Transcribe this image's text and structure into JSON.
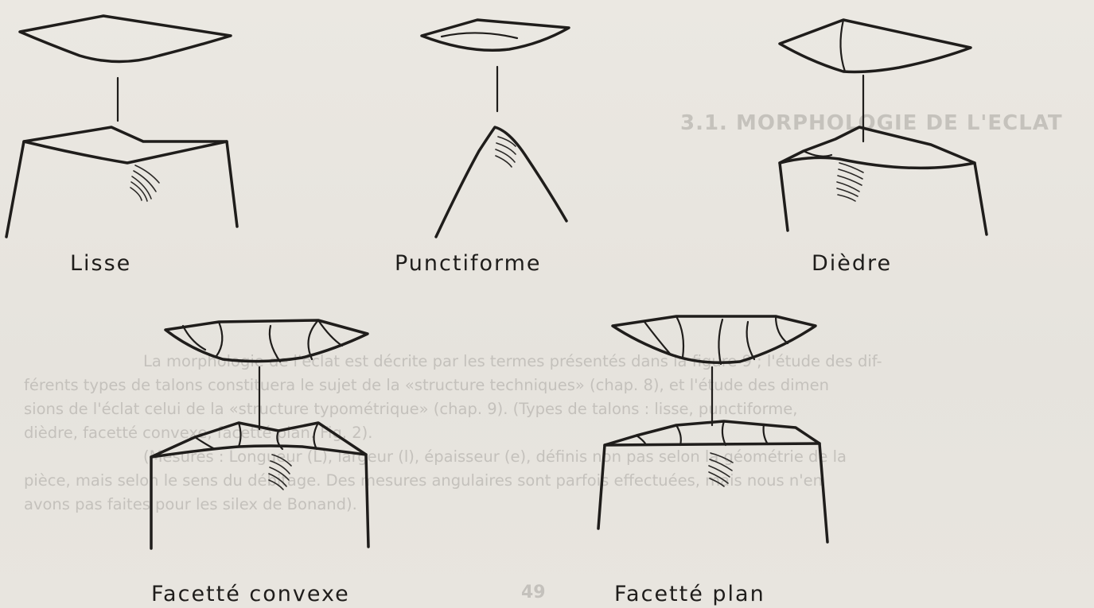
{
  "labels": {
    "lisse": "Lisse",
    "punctiforme": "Punctiforme",
    "diedre": "Dièdre",
    "facette_convexe": "Facetté convexe",
    "facette_plan": "Facetté plan"
  },
  "bleed_through": {
    "heading": "3.1. MORPHOLOGIE DE L'ECLAT",
    "paragraphs": [
      "La morphologie de l'éclat est décrite par les termes présentés dans la figure 9 ; l'étude des dif-",
      "férents types de talons constituera le sujet de la «structure techniques» (chap. 8), et l'étude des dimen",
      "sions de l'éclat celui de la «structure typométrique» (chap. 9). (Types de talons : lisse, punctiforme,",
      "dièdre, facetté convexe, facetté plan. Fig. 2).",
      "(Mesures : Longueur (L), largeur (l), épaisseur (e), définis non pas selon la géométrie de la",
      "pièce, mais selon le sens du débitage. Des mesures angulaires sont parfois effectuées, mais nous n'en",
      "avons pas faites pour les silex de Bonand)."
    ],
    "page_number": "49"
  }
}
